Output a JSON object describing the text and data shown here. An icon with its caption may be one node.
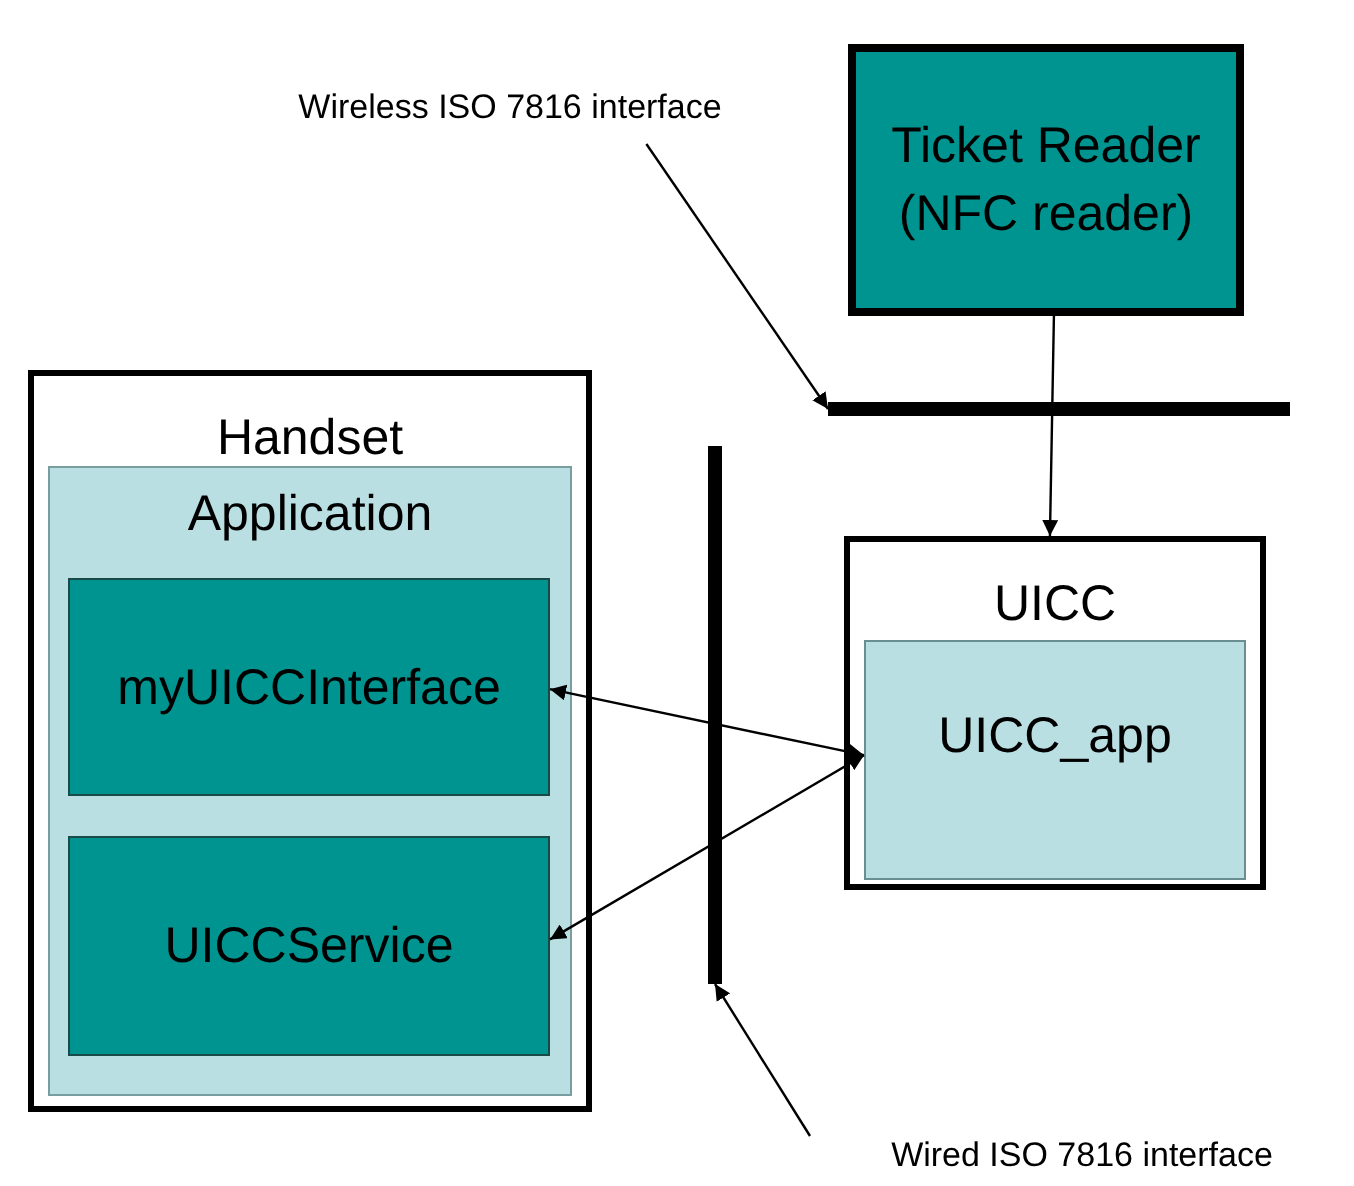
{
  "diagram": {
    "nodes": [
      {
        "text": [
          "Wireless ISO 7816 interface"
        ]
      },
      {
        "text": [
          "Ticket Reader (NFC reader)"
        ]
      },
      {
        "text": [],
        "shape": "bar"
      },
      {
        "text": [
          "Handset"
        ]
      },
      {
        "text": [
          "Application"
        ],
        "in": 3
      },
      {
        "text": [
          "myUICCInterface"
        ],
        "in": 4
      },
      {
        "text": [
          "UICCService"
        ],
        "in": 4
      },
      {
        "text": [],
        "shape": "bar"
      },
      {
        "text": [
          "UICC"
        ]
      },
      {
        "text": [
          "UICC_app"
        ],
        "in": 8
      },
      {
        "text": [
          "Wired ISO 7816 interface"
        ]
      }
    ],
    "edges": [
      {
        "from": 0,
        "to": 2,
        "arrow": "to"
      },
      {
        "from": 1,
        "to": 8,
        "arrow": "to"
      },
      {
        "from": 5,
        "to": 9,
        "arrow": "both"
      },
      {
        "from": 6,
        "to": 9,
        "arrow": "both"
      },
      {
        "from": 10,
        "to": 7,
        "arrow": "to"
      }
    ]
  }
}
